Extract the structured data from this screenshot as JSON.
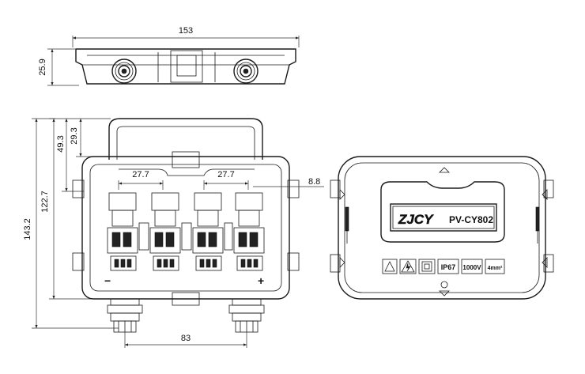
{
  "dimensions": {
    "top_width": "153",
    "top_height": "25.9",
    "total_height": "143.2",
    "body_height": "122.7",
    "handle_offset": "49.3",
    "handle_height": "29.3",
    "pitch_left": "27.7",
    "pitch_right": "27.7",
    "edge_offset": "8.8",
    "connector_spacing": "83"
  },
  "front_view": {
    "minus": "−",
    "plus": "+"
  },
  "back_view": {
    "logo": "ZJCY",
    "model": "PV-CY802",
    "ratings": [
      "IP67",
      "1000V",
      "4mm²"
    ]
  }
}
